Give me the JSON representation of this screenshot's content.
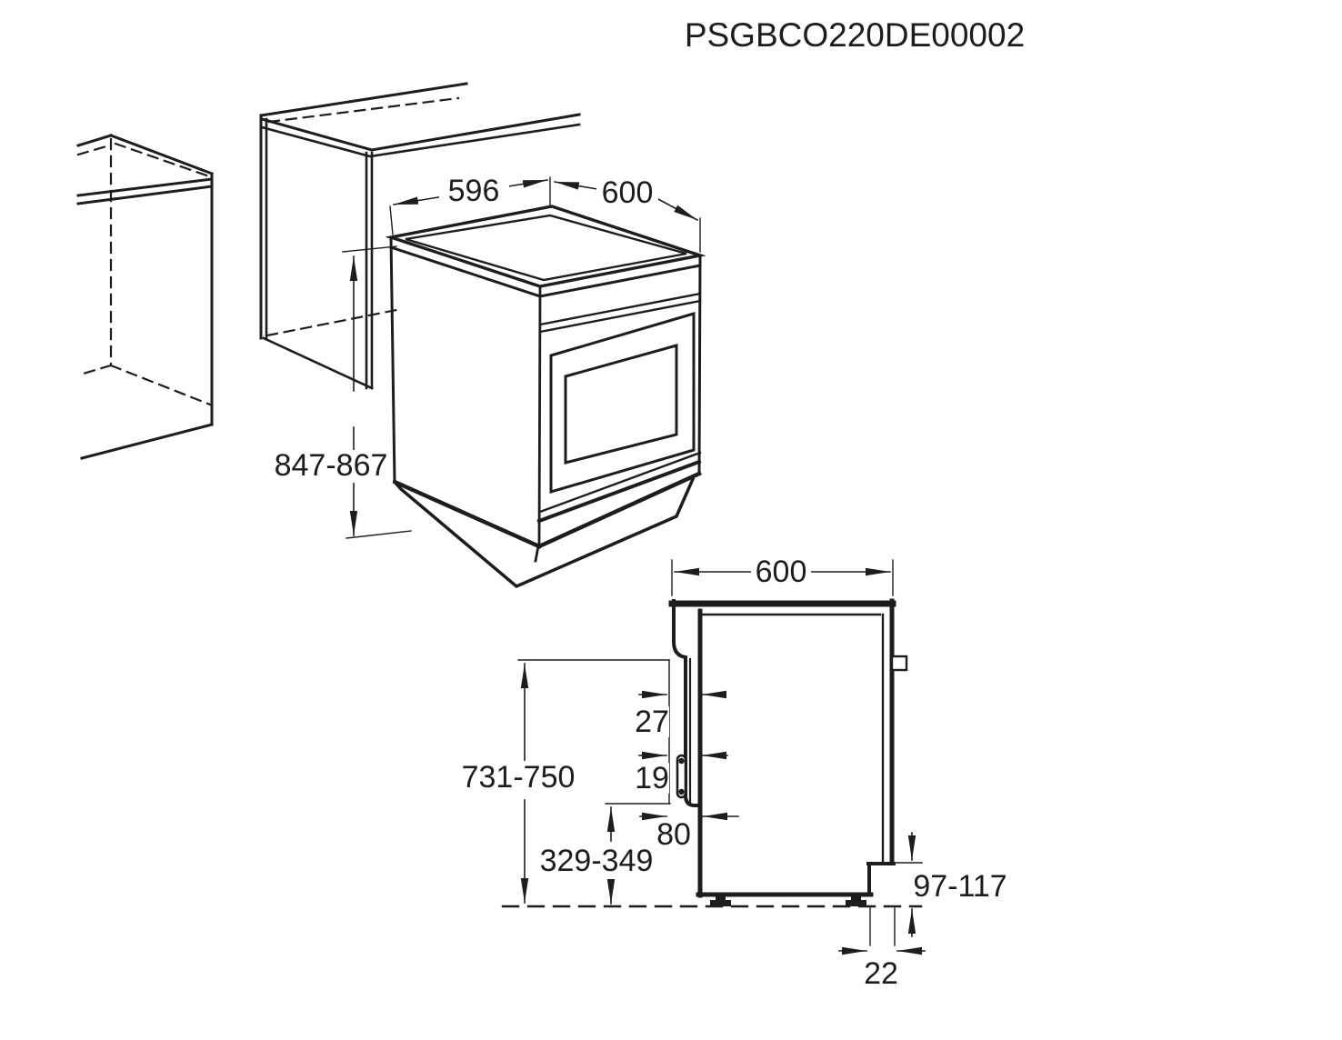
{
  "title": "PSGBCO220DE00002",
  "drawing": {
    "kind": "appliance installation dimension drawing",
    "line_color": "#1d1d1b",
    "background_color": "#ffffff",
    "isometric_view": {
      "description": "cooker between kitchen cabinets",
      "dimensions": {
        "cooker_width": "596",
        "cooker_depth": "600",
        "niche_height": "847-867"
      }
    },
    "side_view": {
      "description": "side profile with protrusions and rear recess",
      "dimensions": {
        "depth": "600",
        "worktop_height": "731-750",
        "door_bottom_height": "329-349",
        "panel_protrusion": "27",
        "door_protrusion": "19",
        "handle_protrusion": "80",
        "rear_recess_height": "97-117",
        "rear_recess_depth": "22"
      }
    }
  }
}
